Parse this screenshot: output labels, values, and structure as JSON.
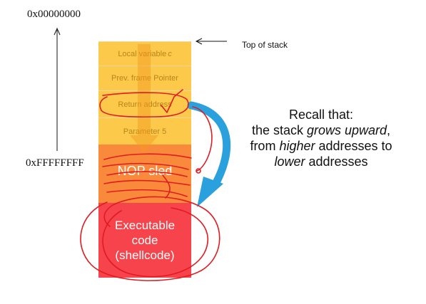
{
  "addresses": {
    "low": "0x00000000",
    "high": "0xFFFFFFFF"
  },
  "stack": {
    "cells": [
      {
        "label": "Local variable c",
        "name_part": "Local variable ",
        "var_part": "c"
      },
      {
        "label": "Prev. frame Pointer"
      },
      {
        "label": "Return address"
      },
      {
        "label": "Parameter 5"
      }
    ],
    "nop_sled": "NOP sled",
    "shellcode_lines": [
      "Executable",
      "code",
      "(shellcode)"
    ]
  },
  "top_of_stack_label": "Top of stack",
  "recall": {
    "line1": "Recall that:",
    "line2_prefix": "the stack ",
    "line2_em": "grows upward",
    "line2_suffix": ",",
    "line3_prefix": "from ",
    "line3_em": "higher",
    "line3_suffix": " addresses to",
    "line4_em": "lower",
    "line4_suffix": " addresses"
  },
  "colors": {
    "stack_fill": "#fcc94a",
    "stack_border": "#f1d79a",
    "nop_fill": "#f98a3c",
    "shellcode_fill": "#f7434b",
    "blue_arrow": "#2aa0dc",
    "ink_red": "#e11b22"
  }
}
